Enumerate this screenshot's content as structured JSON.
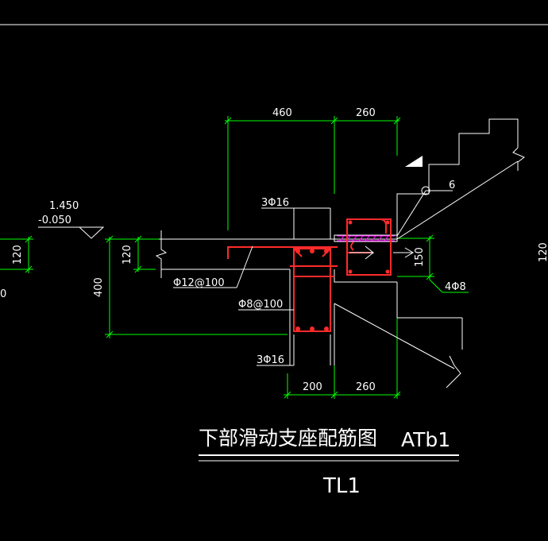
{
  "colors": {
    "background": "#000000",
    "outline": "#ffffff",
    "dimension": "#00ff00",
    "rebar": "#ff2a2a",
    "hatch": "#ff00ff"
  },
  "dimensions": {
    "top_left": "460",
    "top_right": "260",
    "bottom_left": "200",
    "bottom_right": "260",
    "slab_left": "120",
    "slab_mid": "120",
    "beam_depth": "400",
    "right_depth": "150",
    "far_right": "120",
    "left_edge": "0"
  },
  "elevation": {
    "upper": "1.450",
    "lower": "-0.050"
  },
  "rebar_labels": {
    "top_bars": "3Φ16",
    "bottom_bars": "3Φ16",
    "slab_bars": "Φ12@100",
    "stirrups": "Φ8@100",
    "step_bars": "4Φ8",
    "weld_mark": "6"
  },
  "title": {
    "main_cn": "下部滑动支座配筋图",
    "main_code": "ATb1",
    "sub": "TL1"
  }
}
